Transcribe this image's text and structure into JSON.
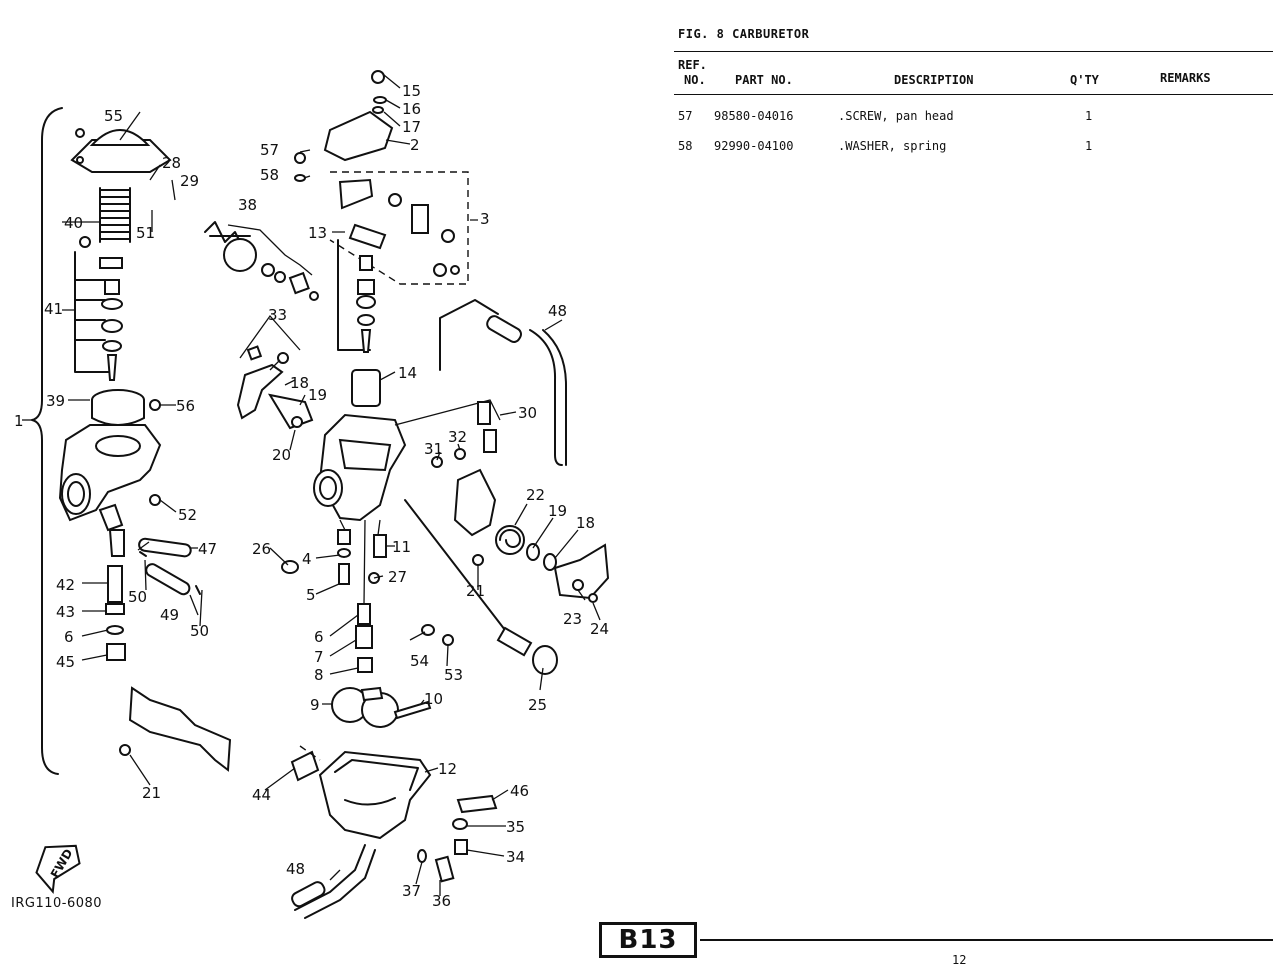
{
  "figure": {
    "title": "FIG.  8  CARBURETOR"
  },
  "table": {
    "headers": {
      "ref_line1": "REF.",
      "ref_line2": "NO.",
      "part_no": "PART NO.",
      "description": "DESCRIPTION",
      "qty": "Q'TY",
      "remarks": "REMARKS"
    },
    "rows": [
      {
        "ref": "57",
        "part_no": "98580-04016",
        "description": ".SCREW, pan head",
        "qty": "1",
        "remarks": ""
      },
      {
        "ref": "58",
        "part_no": "92990-04100",
        "description": ".WASHER, spring",
        "qty": "1",
        "remarks": ""
      }
    ]
  },
  "diagram": {
    "drawing_code": "IRG110-6080",
    "fwd_label": "FWD",
    "callouts": [
      "1",
      "2",
      "3",
      "4",
      "5",
      "6",
      "7",
      "8",
      "9",
      "10",
      "11",
      "12",
      "13",
      "14",
      "15",
      "16",
      "17",
      "18",
      "19",
      "20",
      "21",
      "22",
      "23",
      "24",
      "25",
      "26",
      "27",
      "28",
      "29",
      "30",
      "31",
      "32",
      "33",
      "34",
      "35",
      "36",
      "37",
      "38",
      "39",
      "40",
      "41",
      "42",
      "43",
      "44",
      "45",
      "46",
      "47",
      "48",
      "49",
      "50",
      "51",
      "52",
      "53",
      "54",
      "55",
      "56",
      "57",
      "58"
    ]
  },
  "footer": {
    "badge": "B13",
    "page_number": "12"
  }
}
